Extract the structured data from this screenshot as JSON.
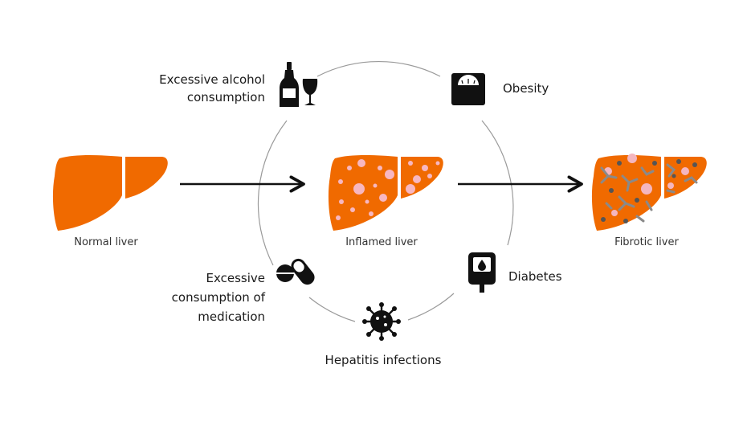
{
  "colors": {
    "liver": "#f06a00",
    "inflamed_spot": "#f7b7c1",
    "inflamed_spot_dark": "#f28e8e",
    "fibrosis_pink": "#f4b6bf",
    "fibrosis_gray": "#8a8a8a",
    "fibrosis_dark": "#555555",
    "line": "#111111",
    "circle": "#9a9a9a"
  },
  "stages": {
    "normal": {
      "label": "Normal liver"
    },
    "inflamed": {
      "label": "Inflamed liver"
    },
    "fibrotic": {
      "label": "Fibrotic liver"
    }
  },
  "causes": {
    "alcohol": {
      "line1": "Excessive alcohol",
      "line2": "consumption",
      "icon": "wine-bottle-glass-icon"
    },
    "obesity": {
      "label": "Obesity",
      "icon": "weighing-scale-icon"
    },
    "medication": {
      "line1": "Excessive",
      "line2": "consumption of",
      "line3": "medication",
      "icon": "pill-capsule-icon"
    },
    "diabetes": {
      "label": "Diabetes",
      "icon": "glucose-meter-icon"
    },
    "hepatitis": {
      "label": "Hepatitis infections",
      "icon": "virus-icon"
    }
  }
}
